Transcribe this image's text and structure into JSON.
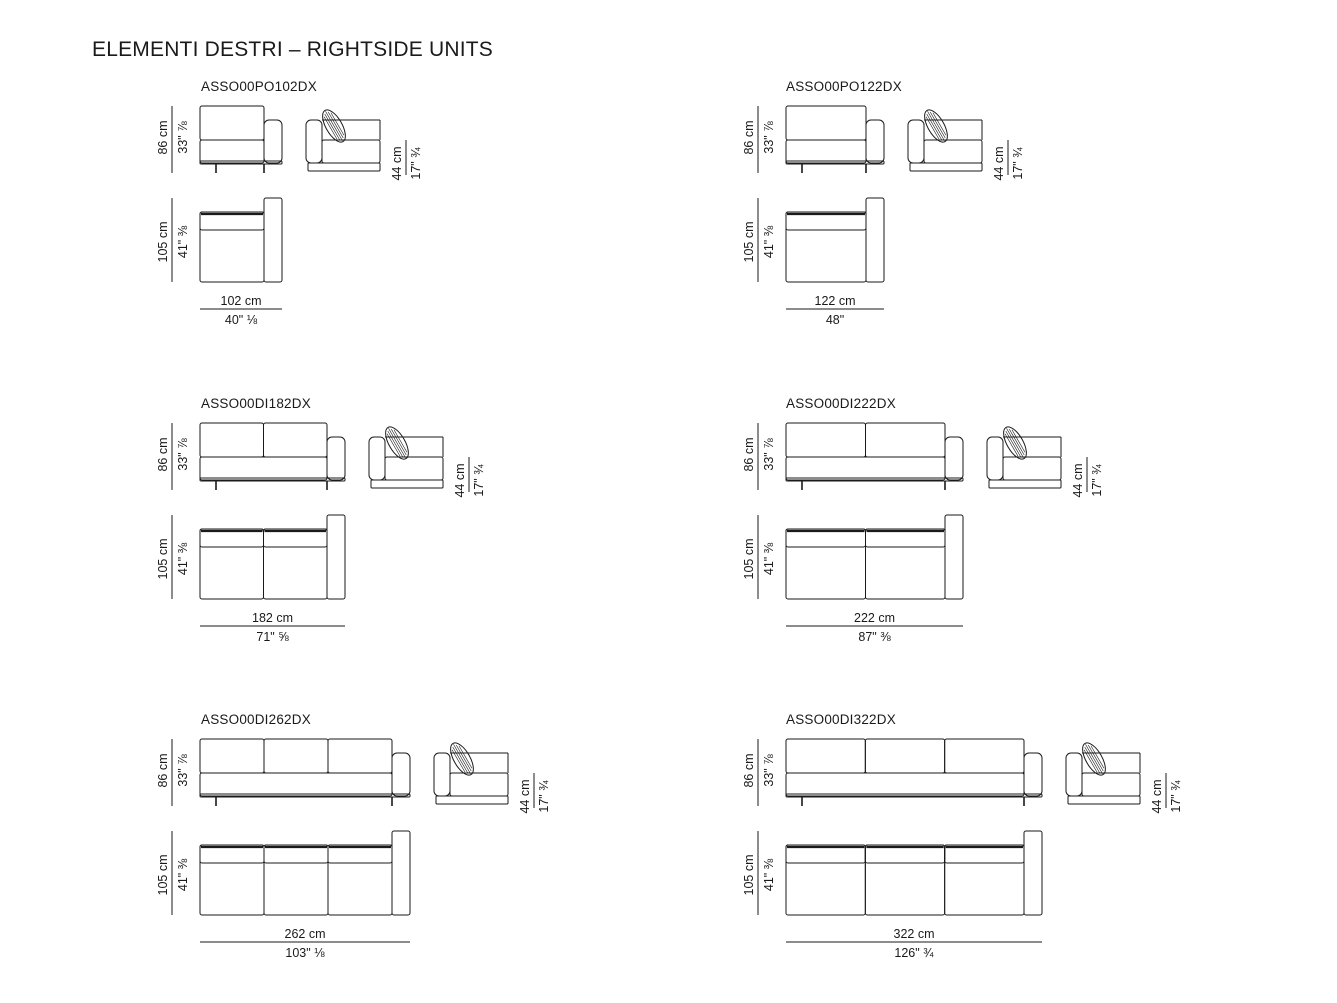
{
  "title": "ELEMENTI DESTRI – RIGHTSIDE UNITS",
  "seat_height": {
    "cm": "44 cm",
    "inch": "17\" ¾"
  },
  "units": [
    {
      "code": "ASSO00PO102DX",
      "seats": 1,
      "height_cm": "86 cm",
      "height_in": "33\" ⅞",
      "depth_cm": "105 cm",
      "depth_in": "41\" ⅜",
      "width_cm": "102 cm",
      "width_in": "40\" ⅛"
    },
    {
      "code": "ASSO00PO122DX",
      "seats": 1,
      "height_cm": "86 cm",
      "height_in": "33\" ⅞",
      "depth_cm": "105 cm",
      "depth_in": "41\" ⅜",
      "width_cm": "122 cm",
      "width_in": "48\""
    },
    {
      "code": "ASSO00DI182DX",
      "seats": 2,
      "height_cm": "86 cm",
      "height_in": "33\" ⅞",
      "depth_cm": "105 cm",
      "depth_in": "41\" ⅜",
      "width_cm": "182 cm",
      "width_in": "71\" ⅝"
    },
    {
      "code": "ASSO00DI222DX",
      "seats": 2,
      "height_cm": "86 cm",
      "height_in": "33\" ⅞",
      "depth_cm": "105 cm",
      "depth_in": "41\" ⅜",
      "width_cm": "222 cm",
      "width_in": "87\" ⅜"
    },
    {
      "code": "ASSO00DI262DX",
      "seats": 3,
      "height_cm": "86 cm",
      "height_in": "33\" ⅞",
      "depth_cm": "105 cm",
      "depth_in": "41\" ⅜",
      "width_cm": "262 cm",
      "width_in": "103\" ⅛"
    },
    {
      "code": "ASSO00DI322DX",
      "seats": 3,
      "height_cm": "86 cm",
      "height_in": "33\" ⅞",
      "depth_cm": "105 cm",
      "depth_in": "41\" ⅜",
      "width_cm": "322 cm",
      "width_in": "126\" ¾"
    }
  ]
}
